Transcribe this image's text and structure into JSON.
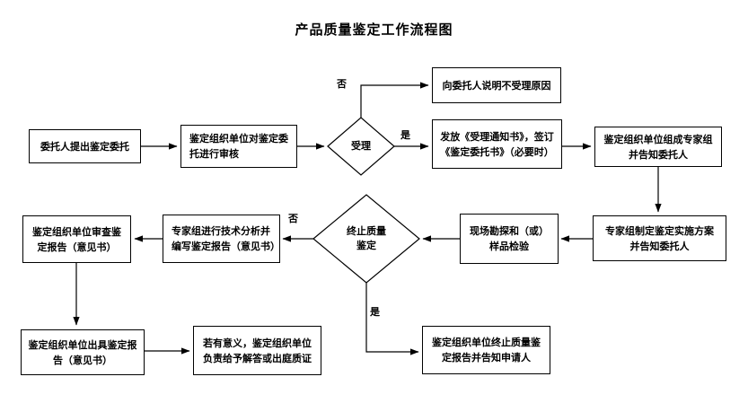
{
  "title": "产品质量鉴定工作流程图",
  "decision_labels": {
    "accept_no": "否",
    "accept_yes": "是",
    "terminate_no": "否",
    "terminate_yes": "是"
  },
  "nodes": {
    "client_request": {
      "lines": [
        "委托人提出鉴定委托"
      ]
    },
    "org_review": {
      "lines": [
        "鉴定组织单位对鉴定委",
        "托进行审核"
      ]
    },
    "accept_decision": {
      "lines": [
        "受理"
      ]
    },
    "explain_rejection": {
      "lines": [
        "向委托人说明不受理原因"
      ]
    },
    "issue_notice": {
      "lines": [
        "发放《受理通知书》，签订",
        "《鉴定委托书》（必要时）"
      ]
    },
    "form_expert_group": {
      "lines": [
        "鉴定组织单位组成专家组",
        "并告知委托人"
      ]
    },
    "make_plan": {
      "lines": [
        "专家组制定鉴定实施方案",
        "并告知委托人"
      ]
    },
    "site_survey": {
      "lines": [
        "现场勘探和（或）",
        "样品检验"
      ]
    },
    "terminate_decision": {
      "lines": [
        "终止质量",
        "鉴定"
      ]
    },
    "tech_analysis": {
      "lines": [
        "专家组进行技术分析并",
        "编写鉴定报告（意见书）"
      ]
    },
    "review_report": {
      "lines": [
        "鉴定组织单位审查鉴",
        "定报告（意见书）"
      ]
    },
    "issue_report": {
      "lines": [
        "鉴定组织单位出具鉴定报",
        "告（意见书）"
      ]
    },
    "answer_objection": {
      "lines": [
        "若有意义，鉴定组织单位",
        "负责给予解答或出庭质证"
      ]
    },
    "terminate_report": {
      "lines": [
        "鉴定组织单位终止质量鉴",
        "定报告并告知申请人"
      ]
    }
  },
  "colors": {
    "line": "#000000",
    "box_border": "#000000",
    "background": "#ffffff",
    "text": "#000000"
  }
}
